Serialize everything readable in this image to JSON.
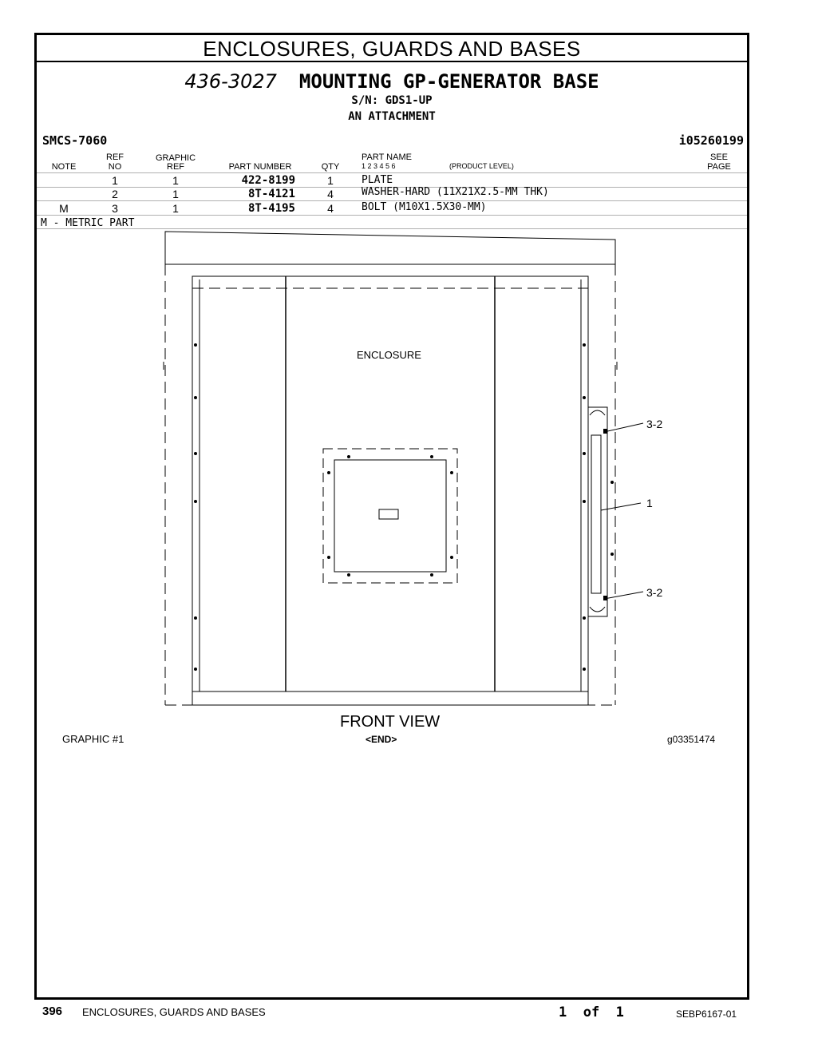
{
  "section_title": "ENCLOSURES, GUARDS AND BASES",
  "group": {
    "number": "436-3027",
    "name": "MOUNTING GP-GENERATOR BASE",
    "serial": "S/N: GDS1-UP",
    "attachment": "AN ATTACHMENT"
  },
  "smcs": "SMCS-7060",
  "illustration_id": "i05260199",
  "columns": {
    "note": "NOTE",
    "ref_top": "REF",
    "ref_bottom": "NO",
    "graphic_top": "GRAPHIC",
    "graphic_bottom": "REF",
    "part_number": "PART NUMBER",
    "qty": "QTY",
    "part_name": "PART NAME",
    "levels": "1   2   3   4   5   6",
    "product_level": "(PRODUCT LEVEL)",
    "see_top": "SEE",
    "see_bottom": "PAGE"
  },
  "parts": [
    {
      "note": "",
      "ref": "1",
      "graphic": "1",
      "part_number": "422-8199",
      "qty": "1",
      "name": "PLATE"
    },
    {
      "note": "",
      "ref": "2",
      "graphic": "1",
      "part_number": "8T-4121",
      "qty": "4",
      "name": "WASHER-HARD (11X21X2.5-MM THK)"
    },
    {
      "note": "M",
      "ref": "3",
      "graphic": "1",
      "part_number": "8T-4195",
      "qty": "4",
      "name": "BOLT (M10X1.5X30-MM)"
    }
  ],
  "footnote": "M - METRIC PART",
  "drawing": {
    "enclosure_label": "ENCLOSURE",
    "callout_top": "3-2",
    "callout_mid": "1",
    "callout_bottom": "3-2",
    "view_label": "FRONT VIEW",
    "graphic_label": "GRAPHIC #1",
    "end_label": "<END>",
    "graphic_id": "g03351474"
  },
  "footer": {
    "page_number": "396",
    "section": "ENCLOSURES, GUARDS AND BASES",
    "page_of": "1  of  1",
    "doc_id": "SEBP6167-01"
  }
}
